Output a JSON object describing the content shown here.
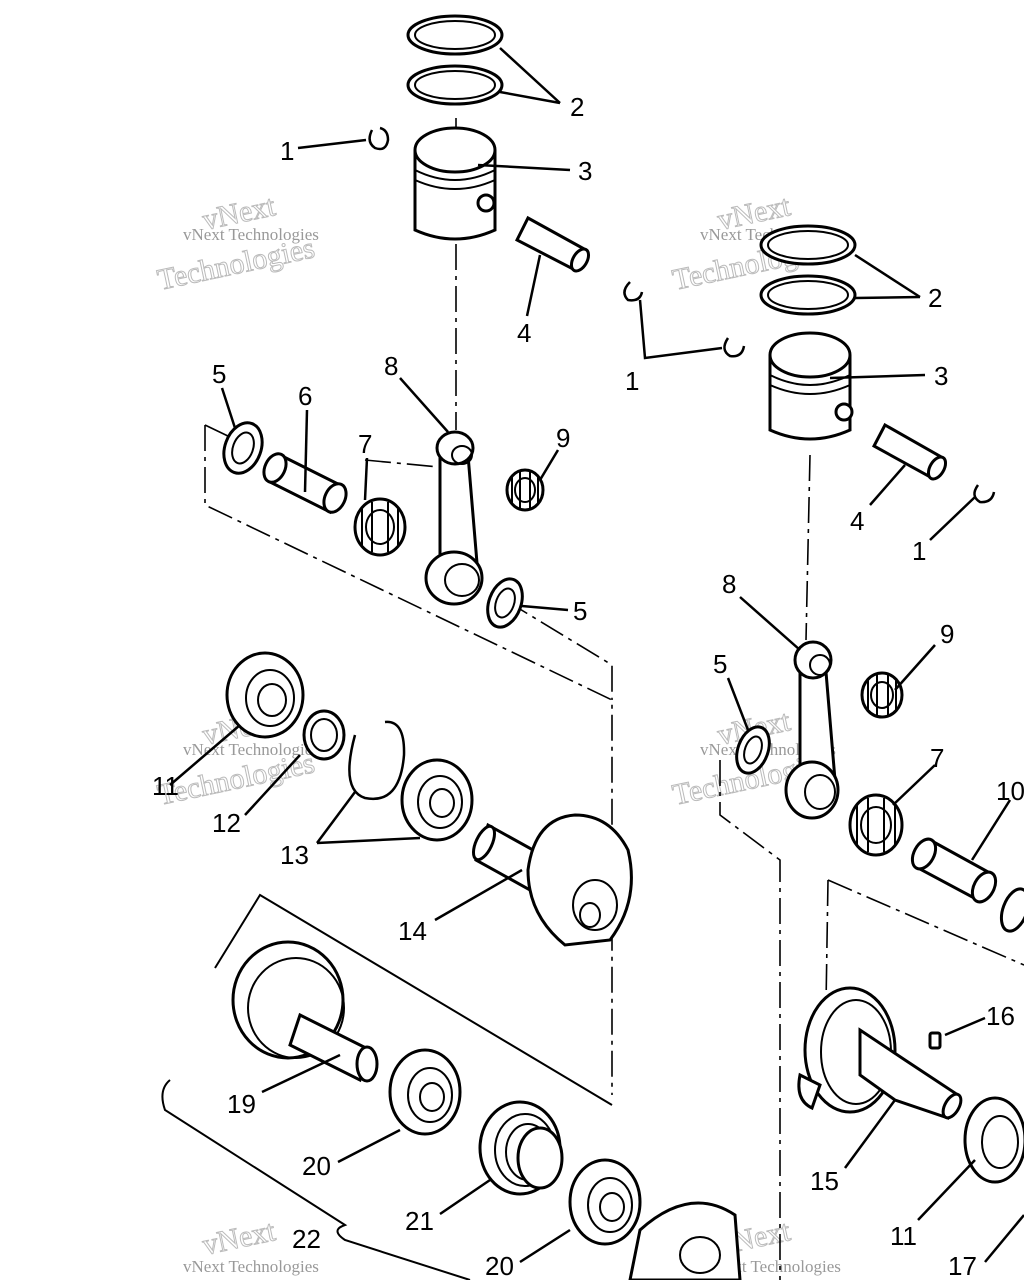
{
  "callouts": {
    "c1a": "1",
    "c2a": "2",
    "c3a": "3",
    "c4a": "4",
    "c5a": "5",
    "c6": "6",
    "c7a": "7",
    "c8a": "8",
    "c9a": "9",
    "c5b": "5",
    "c11a": "11",
    "c12": "12",
    "c13": "13",
    "c14": "14",
    "c19": "19",
    "c20a": "20",
    "c21": "21",
    "c22": "22",
    "c20b": "20",
    "c2b": "2",
    "c1b": "1",
    "c3b": "3",
    "c4b": "4",
    "c1c": "1",
    "c8b": "8",
    "c9b": "9",
    "c5c": "5",
    "c7b": "7",
    "c10": "10",
    "c16": "16",
    "c15": "15",
    "c11b": "11",
    "c17": "17"
  },
  "watermark": {
    "small": "vNext Technologies",
    "large_top": "vNext",
    "large_bottom": "Technologies"
  }
}
